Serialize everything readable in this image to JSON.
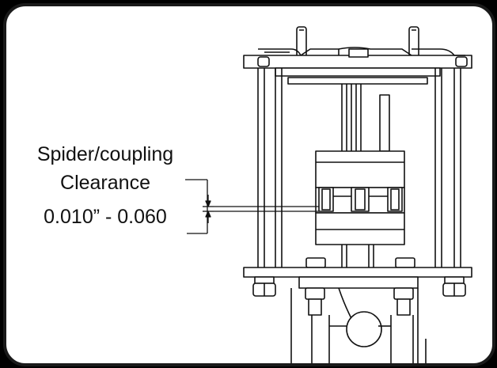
{
  "callout": {
    "line1": "Spider/coupling",
    "line2": "Clearance",
    "line3": "0.010” - 0.060"
  },
  "colors": {
    "frame": "#1a1a1a",
    "background": "#ffffff",
    "ink": "#111111"
  }
}
